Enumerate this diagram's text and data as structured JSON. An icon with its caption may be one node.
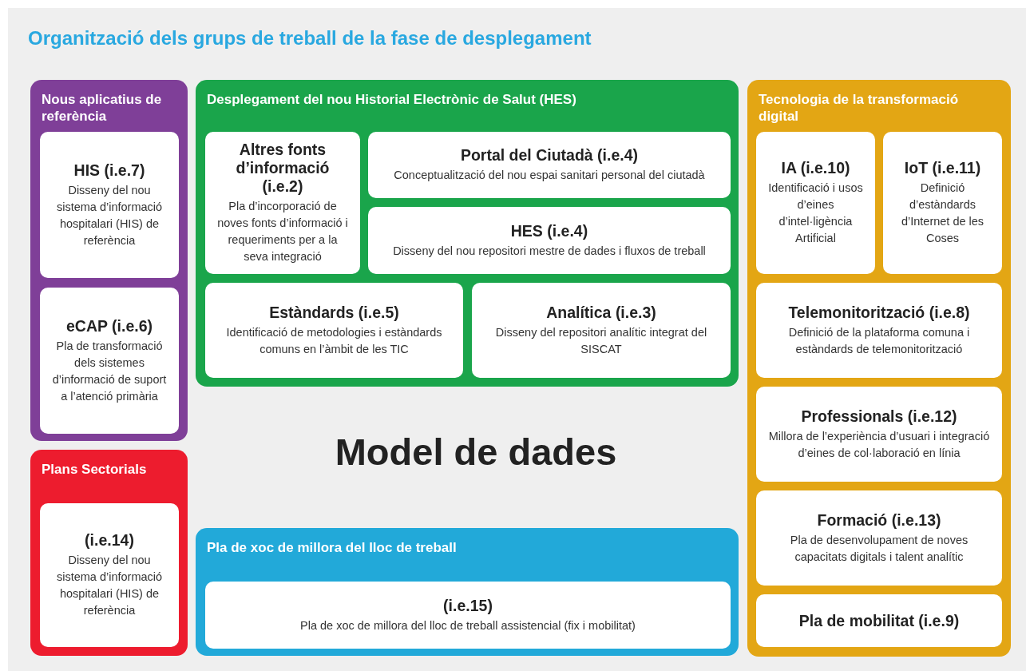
{
  "diagram": {
    "title": "Organització dels grups de treball de la fase de desplegament",
    "nodes": [
      {
        "text": [
          "Nous aplicatius de referència"
        ]
      },
      {
        "text": [
          "HIS (i.e.7)",
          "Disseny del nou sistema d’informació hospitalari (HIS) de referència"
        ],
        "in": 0
      },
      {
        "text": [
          "eCAP (i.e.6)",
          "Pla de transformació dels sistemes d’informació de suport a l’atenció primària"
        ],
        "in": 0
      },
      {
        "text": [
          "Plans Sectorials"
        ]
      },
      {
        "text": [
          "(i.e.14)",
          "Disseny del nou sistema d’informació hospitalari (HIS) de referència"
        ],
        "in": 3
      },
      {
        "text": [
          "Desplegament del nou Historial Electrònic de Salut (HES)"
        ]
      },
      {
        "text": [
          "Altres fonts d’informació (i.e.2)",
          "Pla d’incorporació de noves fonts d’informació i requeriments per a la seva integració"
        ],
        "in": 5
      },
      {
        "text": [
          "Portal del Ciutadà (i.e.4)",
          "Conceptualització del nou espai sanitari personal del ciutadà"
        ],
        "in": 5
      },
      {
        "text": [
          "HES (i.e.4)",
          "Disseny del nou repositori mestre de dades i fluxos de treball"
        ],
        "in": 5
      },
      {
        "text": [
          "Estàndards (i.e.5)",
          "Identificació de metodologies i estàndards comuns en l’àmbit de les TIC"
        ],
        "in": 5
      },
      {
        "text": [
          "Analítica (i.e.3)",
          "Disseny del repositori analític integrat del SISCAT"
        ],
        "in": 5
      },
      {
        "text": [
          "Pla de xoc de millora del lloc de treball"
        ]
      },
      {
        "text": [
          "(i.e.15)",
          "Pla de xoc de millora del lloc de treball assistencial (fix i mobilitat)"
        ],
        "in": 11
      },
      {
        "text": [
          "Tecnologia de la transformació digital"
        ]
      },
      {
        "text": [
          "IA (i.e.10)",
          "Identificació i usos d’eines d’intel·ligència Artificial"
        ],
        "in": 13
      },
      {
        "text": [
          "IoT (i.e.11)",
          "Definició d’estàndards d’Internet de les Coses"
        ],
        "in": 13
      },
      {
        "text": [
          "Telemonitorització (i.e.8)",
          "Definició de la plataforma comuna i estàndards de telemonitorització"
        ],
        "in": 13
      },
      {
        "text": [
          "Professionals (i.e.12)",
          "Millora de l’experiència d’usuari i integració d’eines de col·laboració en línia"
        ],
        "in": 13
      },
      {
        "text": [
          "Formació (i.e.13)",
          "Pla de desenvolupament de noves capacitats digitals i talent analític"
        ],
        "in": 13
      },
      {
        "text": [
          "Pla de mobilitat (i.e.9)"
        ],
        "in": 13
      }
    ],
    "labels": [
      "Model de dades"
    ]
  }
}
